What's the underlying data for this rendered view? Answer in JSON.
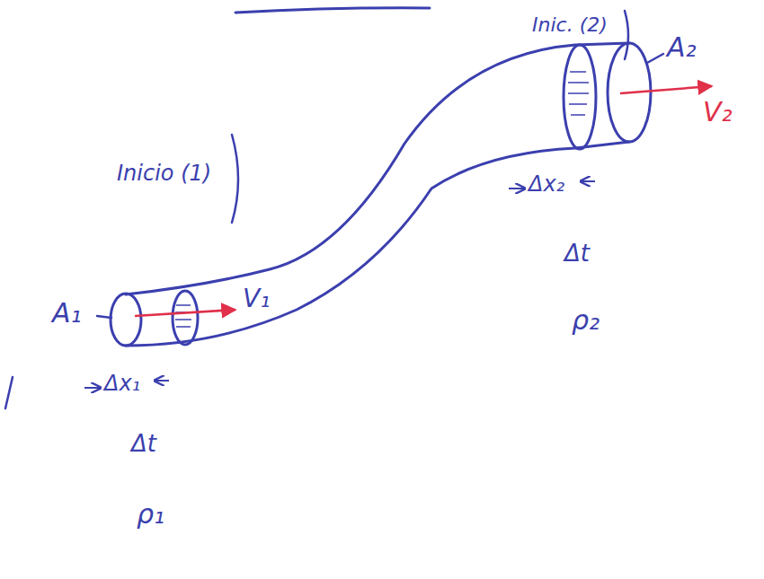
{
  "diagram": {
    "labels": [
      "Inicio (1)",
      "Inic. (2)",
      "A₁",
      "V₁",
      "A₂",
      "V₂",
      "Δx₁",
      "Δt",
      "ρ₁",
      "Δx₂",
      "Δt",
      "ρ₂"
    ]
  }
}
